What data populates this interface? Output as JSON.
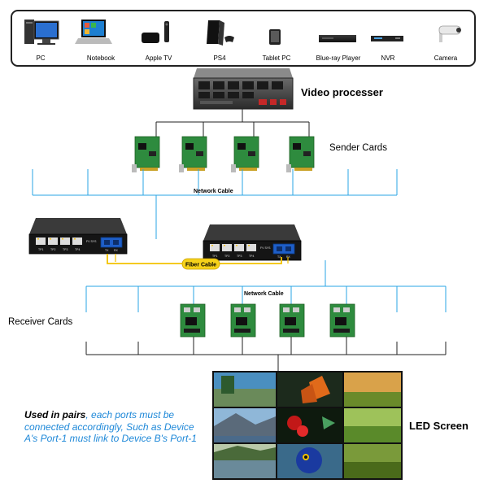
{
  "sources": {
    "items": [
      {
        "label": "PC",
        "icon": "pc-icon"
      },
      {
        "label": "Notebook",
        "icon": "notebook-icon"
      },
      {
        "label": "Apple TV",
        "icon": "apple-tv-icon"
      },
      {
        "label": "PS4",
        "icon": "ps4-icon"
      },
      {
        "label": "Tablet PC",
        "icon": "tablet-icon"
      },
      {
        "label": "Blue-ray Player",
        "icon": "bluray-player-icon"
      },
      {
        "label": "NVR",
        "icon": "nvr-icon"
      },
      {
        "label": "Camera",
        "icon": "camera-icon"
      }
    ]
  },
  "video_processor": {
    "label": "Video processer"
  },
  "sender_cards": {
    "label": "Sender Cards"
  },
  "network_cable_top": {
    "label": "Network Cable"
  },
  "fiber": {
    "label": "Fiber Cable"
  },
  "converter": {
    "ports": [
      "TP1",
      "TP2",
      "TP3",
      "TP4"
    ],
    "fiber_ports": [
      "TX",
      "RX"
    ],
    "status": "FV SYS"
  },
  "network_cable_bottom": {
    "label": "Network Cable"
  },
  "receiver_cards": {
    "label": "Receiver Cards"
  },
  "led_screen": {
    "label": "LED Screen"
  },
  "note": {
    "lead": "Used in pairs",
    "text": ", each ports must be connected accordingly, Such as Device A's Port-1 must link to Device B's Port-1"
  },
  "colors": {
    "network_line": "#2aa4e6",
    "black_line": "#222222",
    "fiber_line": "#f2c200",
    "fiber_label_bg": "#f6d21a",
    "note_text": "#1e88d8",
    "card_pcb": "#2e8b3e",
    "device_body": "#1b1b1b",
    "sfp_port": "#1e5ec8"
  }
}
